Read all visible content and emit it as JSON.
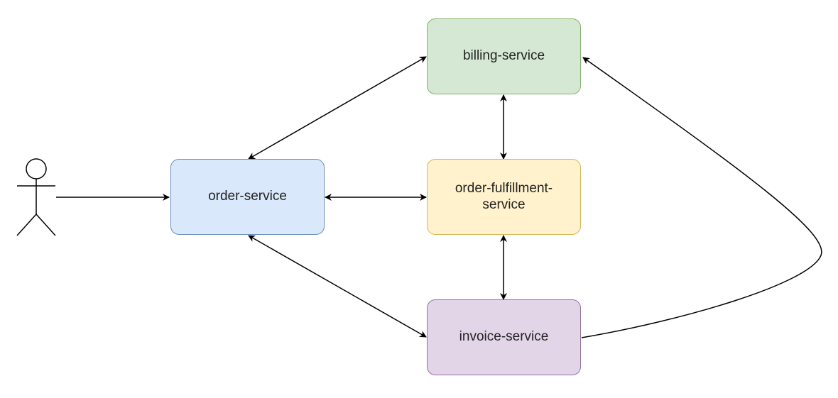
{
  "nodes": {
    "order_service": "order-service",
    "billing_service": "billing-service",
    "order_fulfillment_service": "order-fulfillment-service",
    "invoice_service": "invoice-service"
  },
  "colors": {
    "order_service_fill": "#dae8fc",
    "order_service_stroke": "#6c8ebf",
    "billing_service_fill": "#d5e8d4",
    "billing_service_stroke": "#82b366",
    "order_fulfillment_fill": "#fff2cc",
    "order_fulfillment_stroke": "#d6b656",
    "invoice_service_fill": "#e1d5e7",
    "invoice_service_stroke": "#9673a6",
    "edge": "#000000"
  },
  "edges": [
    {
      "from": "actor",
      "to": "order-service",
      "direction": "forward"
    },
    {
      "from": "order-service",
      "to": "billing-service",
      "direction": "both"
    },
    {
      "from": "order-service",
      "to": "order-fulfillment-service",
      "direction": "both"
    },
    {
      "from": "order-service",
      "to": "invoice-service",
      "direction": "both"
    },
    {
      "from": "billing-service",
      "to": "order-fulfillment-service",
      "direction": "both"
    },
    {
      "from": "order-fulfillment-service",
      "to": "invoice-service",
      "direction": "both"
    },
    {
      "from": "invoice-service",
      "to": "billing-service",
      "direction": "forward"
    }
  ]
}
